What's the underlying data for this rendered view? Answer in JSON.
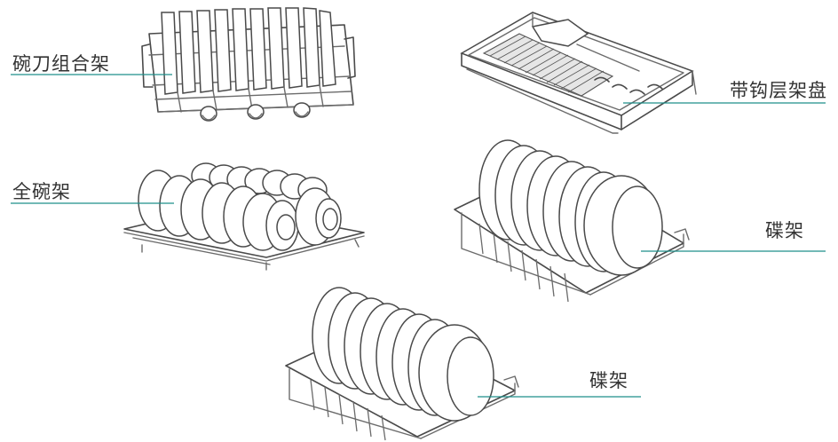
{
  "labels": {
    "bowl_knife_rack": "碗刀组合架",
    "hook_tray": "带钩层架盘",
    "full_bowl_rack": "全碗架",
    "plate_rack_right": "碟架",
    "plate_rack_bottom": "碟架"
  },
  "colors": {
    "leader_line": "#1e8f8a",
    "text": "#333333",
    "wire": "#6b6b6b"
  }
}
